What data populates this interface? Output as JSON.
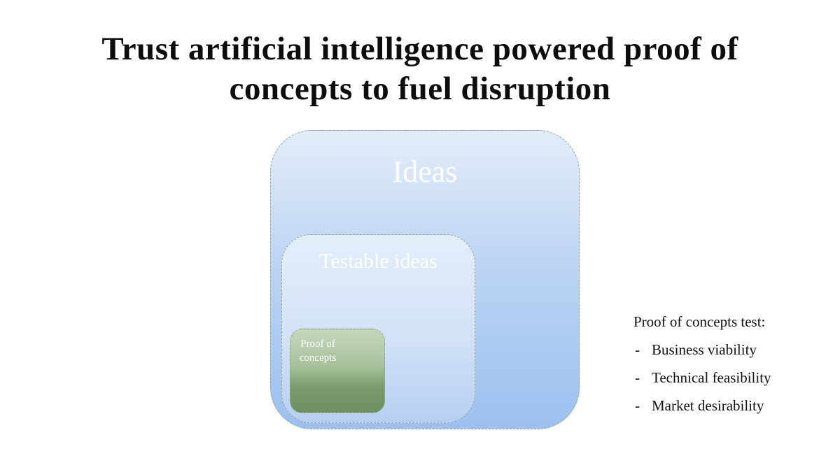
{
  "title": {
    "line1": "Trust artificial intelligence powered proof of",
    "line2": "concepts to fuel disruption"
  },
  "diagram": {
    "outer_label": "Ideas",
    "middle_label": "Testable ideas",
    "inner_label": "Proof of concepts"
  },
  "criteria": {
    "heading": "Proof of concepts test:",
    "bullet": "-",
    "items": [
      "Business viability",
      "Technical feasibility",
      "Market desirability"
    ]
  },
  "colors": {
    "outer_box": "#bcd4f3",
    "middle_box": "#d2e2f7",
    "inner_box": "#799a6c",
    "border": "#8fa89a"
  }
}
